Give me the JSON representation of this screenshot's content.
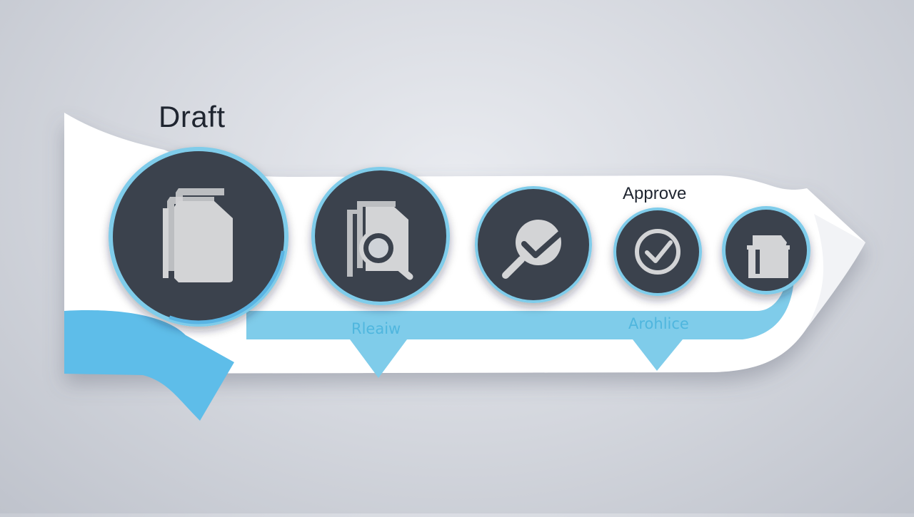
{
  "diagram": {
    "stages": [
      {
        "id": "draft",
        "label": "Draft",
        "icon": "document-icon"
      },
      {
        "id": "review",
        "label": "Rleaiw",
        "icon": "magnifier-document-icon"
      },
      {
        "id": "check",
        "label": "",
        "icon": "magnifier-check-icon"
      },
      {
        "id": "approve",
        "label": "Approve",
        "icon": "check-circle-icon"
      },
      {
        "id": "archive",
        "label": "Arohlice",
        "icon": "archive-folder-icon"
      }
    ]
  },
  "colors": {
    "node_fill": "#3b424d",
    "ring": "#5ab4e3",
    "accent_light": "#7fccea",
    "icon_fill": "#d3d4d6",
    "ribbon": "#ffffff",
    "label_dark": "#1f2530",
    "label_blue": "#4fb6de"
  }
}
